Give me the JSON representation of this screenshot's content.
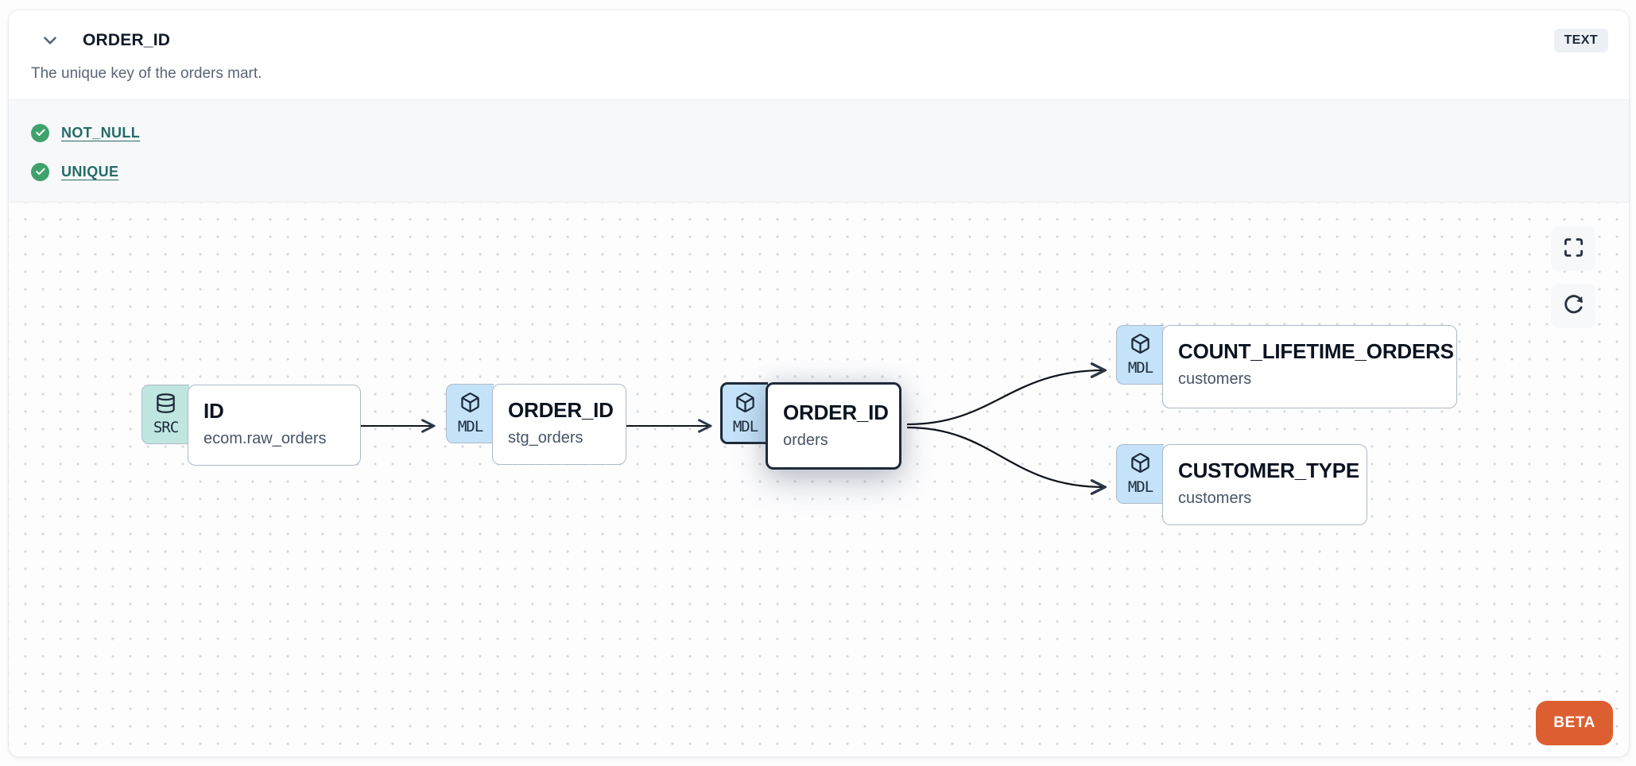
{
  "header": {
    "title": "ORDER_ID",
    "type_badge": "TEXT",
    "description": "The unique key of the orders mart."
  },
  "tests": {
    "items": [
      {
        "label": "NOT_NULL",
        "status": "pass",
        "icon": "check-circle-icon"
      },
      {
        "label": "UNIQUE",
        "status": "pass",
        "icon": "check-circle-icon"
      }
    ]
  },
  "lineage": {
    "nodes": [
      {
        "type": "SRC",
        "icon": "database-icon",
        "title": "ID",
        "subtitle": "ecom.raw_orders",
        "selected": false
      },
      {
        "type": "MDL",
        "icon": "cube-icon",
        "title": "ORDER_ID",
        "subtitle": "stg_orders",
        "selected": false
      },
      {
        "type": "MDL",
        "icon": "cube-icon",
        "title": "ORDER_ID",
        "subtitle": "orders",
        "selected": true
      },
      {
        "type": "MDL",
        "icon": "cube-icon",
        "title": "COUNT_LIFETIME_ORDERS",
        "subtitle": "customers",
        "selected": false
      },
      {
        "type": "MDL",
        "icon": "cube-icon",
        "title": "CUSTOMER_TYPE",
        "subtitle": "customers",
        "selected": false
      }
    ],
    "edges": [
      {
        "from": "ID (ecom.raw_orders)",
        "to": "ORDER_ID (stg_orders)"
      },
      {
        "from": "ORDER_ID (stg_orders)",
        "to": "ORDER_ID (orders)"
      },
      {
        "from": "ORDER_ID (orders)",
        "to": "COUNT_LIFETIME_ORDERS (customers)"
      },
      {
        "from": "ORDER_ID (orders)",
        "to": "CUSTOMER_TYPE (customers)"
      }
    ],
    "controls": [
      {
        "name": "fullscreen",
        "icon": "maximize-icon"
      },
      {
        "name": "refresh",
        "icon": "refresh-cw-icon"
      }
    ],
    "beta_label": "BETA"
  },
  "colors": {
    "accent_orange": "#dd5f31",
    "link_teal": "#256b66",
    "pass_green": "#3fa26d",
    "src_badge_bg": "#bfe6df",
    "mdl_badge_bg": "#c4e2f8",
    "node_border": "#aeb9c6",
    "selected_border": "#1e2a3a",
    "ink": "#0b1320"
  }
}
